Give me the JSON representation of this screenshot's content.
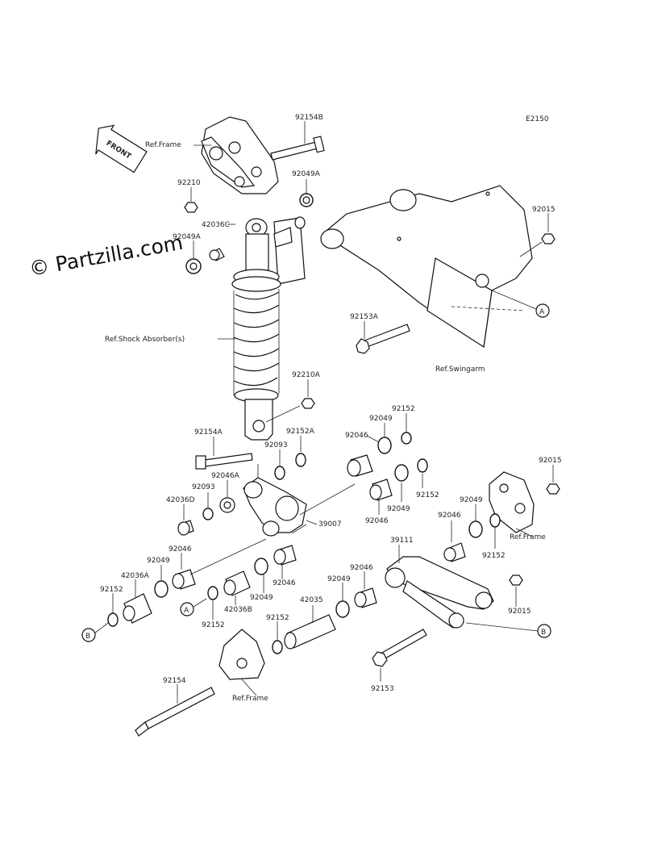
{
  "diagram_code": "E2150",
  "watermark": "© Partzilla.com",
  "front_label": "FRONT",
  "callouts": {
    "c_92154B": "92154B",
    "c_92210": "92210",
    "c_92049A_top": "92049A",
    "c_42036C": "42036C",
    "c_92049A_left": "92049A",
    "c_92015_top": "92015",
    "c_92153A": "92153A",
    "c_92210A": "92210A",
    "c_92154A": "92154A",
    "c_92152A": "92152A",
    "c_92093_right": "92093",
    "c_92049_upper": "92049",
    "c_92152_upper": "92152",
    "c_92046_upper": "92046",
    "c_92046A": "92046A",
    "c_92093_left": "92093",
    "c_42036D": "42036D",
    "c_92152_mid": "92152",
    "c_92049_mid": "92049",
    "c_92046_mid": "92046",
    "c_39007": "39007",
    "c_92015_right": "92015",
    "c_92049_right": "92049",
    "c_92046_right": "92046",
    "c_92152_right": "92152",
    "c_39111": "39111",
    "c_92046_left": "92046",
    "c_92049_left": "92049",
    "c_42036A": "42036A",
    "c_92152_left": "92152",
    "c_92046_lower": "92046",
    "c_92049_lower": "92049",
    "c_42036B": "42036B",
    "c_92152_lower": "92152",
    "c_42035": "42035",
    "c_92152_bottom": "92152",
    "c_92049_bottom": "92049",
    "c_92046_bottom": "92046",
    "c_92015_bottom": "92015",
    "c_92153": "92153",
    "c_92154": "92154"
  },
  "references": {
    "frame_top": "Ref.Frame",
    "shock_absorber": "Ref.Shock Absorber(s)",
    "swingarm": "Ref.Swingarm",
    "frame_right": "Ref.Frame",
    "frame_bottom": "Ref.Frame"
  },
  "markers": {
    "a_right": "A",
    "a_left": "A",
    "b_left": "B",
    "b_right": "B"
  }
}
